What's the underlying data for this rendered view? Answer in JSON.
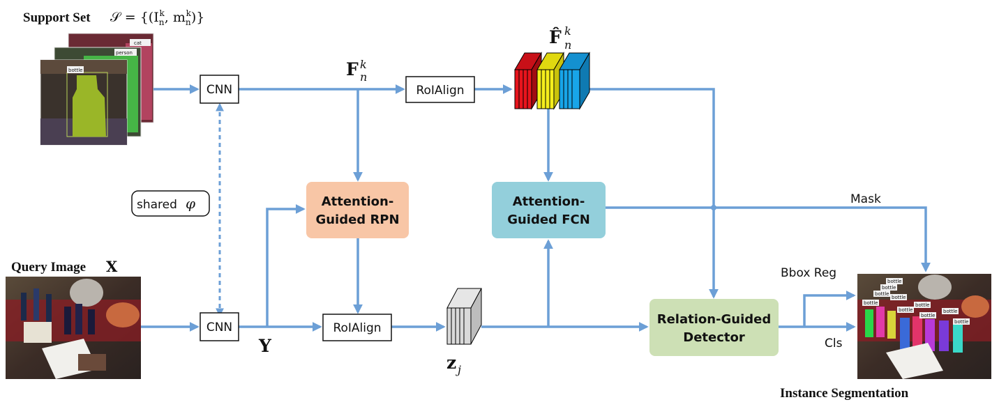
{
  "colors": {
    "arrow": "#6c9fd6",
    "rpn": "#f8c6a6",
    "fcn": "#93cfdb",
    "detector": "#cde0b5",
    "feature_red": "#e8141c",
    "feature_yellow": "#f5ee1c",
    "feature_blue": "#18a5e8",
    "feature_gray": "#cfcfcf"
  },
  "support": {
    "caption_text": "Support Set",
    "caption_math": "𝒮 = {(I",
    "caption_math_sub": "n",
    "caption_math_sup": "k",
    "caption_math_mid": ", m",
    "caption_math_end": ")}",
    "tags": [
      "cat",
      "person",
      "bottle"
    ]
  },
  "query": {
    "caption_text": "Query Image",
    "caption_math": "X"
  },
  "output": {
    "caption": "Instance Segmentation",
    "tags": [
      "bottle",
      "bottle",
      "bottle",
      "bottle",
      "bottle",
      "bottle",
      "bottle",
      "bottle",
      "bottle",
      "bottle"
    ]
  },
  "modules": {
    "cnn_top": "CNN",
    "cnn_bottom": "CNN",
    "shared": "shared",
    "shared_symbol": "φ",
    "roialign_top": "RoIAlign",
    "roialign_bottom": "RoIAlign",
    "rpn_line1": "Attention-",
    "rpn_line2": "Guided RPN",
    "fcn_line1": "Attention-",
    "fcn_line2": "Guided FCN",
    "det_line1": "Relation-Guided",
    "det_line2": "Detector"
  },
  "symbols": {
    "F": "F",
    "F_sub": "n",
    "F_sup": "k",
    "Fhat": "F̂",
    "Fhat_sub": "n",
    "Fhat_sup": "k",
    "Y": "Y",
    "z": "z",
    "z_sub": "j"
  },
  "edges": {
    "mask": "Mask",
    "bbox": "Bbox Reg",
    "cls": "Cls"
  }
}
